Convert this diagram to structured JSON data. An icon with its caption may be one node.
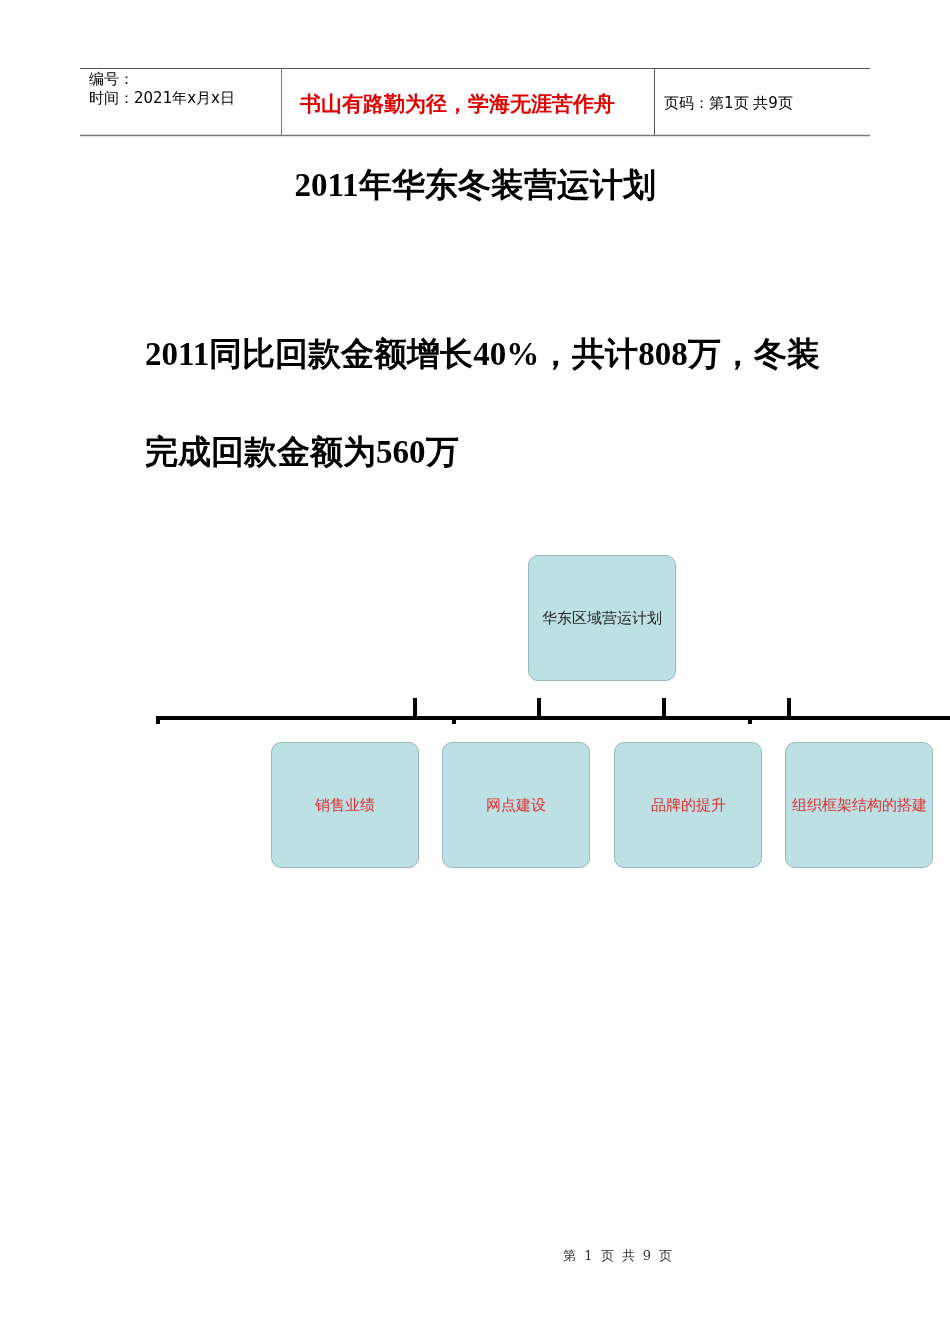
{
  "diagram": {
    "title": "2011年华东冬装营运计划",
    "nodes": [
      {
        "text": [
          "华东区域营运计划"
        ]
      },
      {
        "text": [
          "销售业绩"
        ]
      },
      {
        "text": [
          "网点建设"
        ]
      },
      {
        "text": [
          "品牌的提升"
        ]
      },
      {
        "text": [
          "组织框架结构的搭建"
        ]
      }
    ],
    "edges": [],
    "labels": [
      "编号：",
      "时间：2021年x月x日",
      "书山有路勤为径，学海无涯苦作舟",
      "页码：第1页 共9页",
      "2011同比回款金额增长40%，共计808万，冬装完成回款金额为560万",
      "第 1 页 共 9 页"
    ]
  }
}
